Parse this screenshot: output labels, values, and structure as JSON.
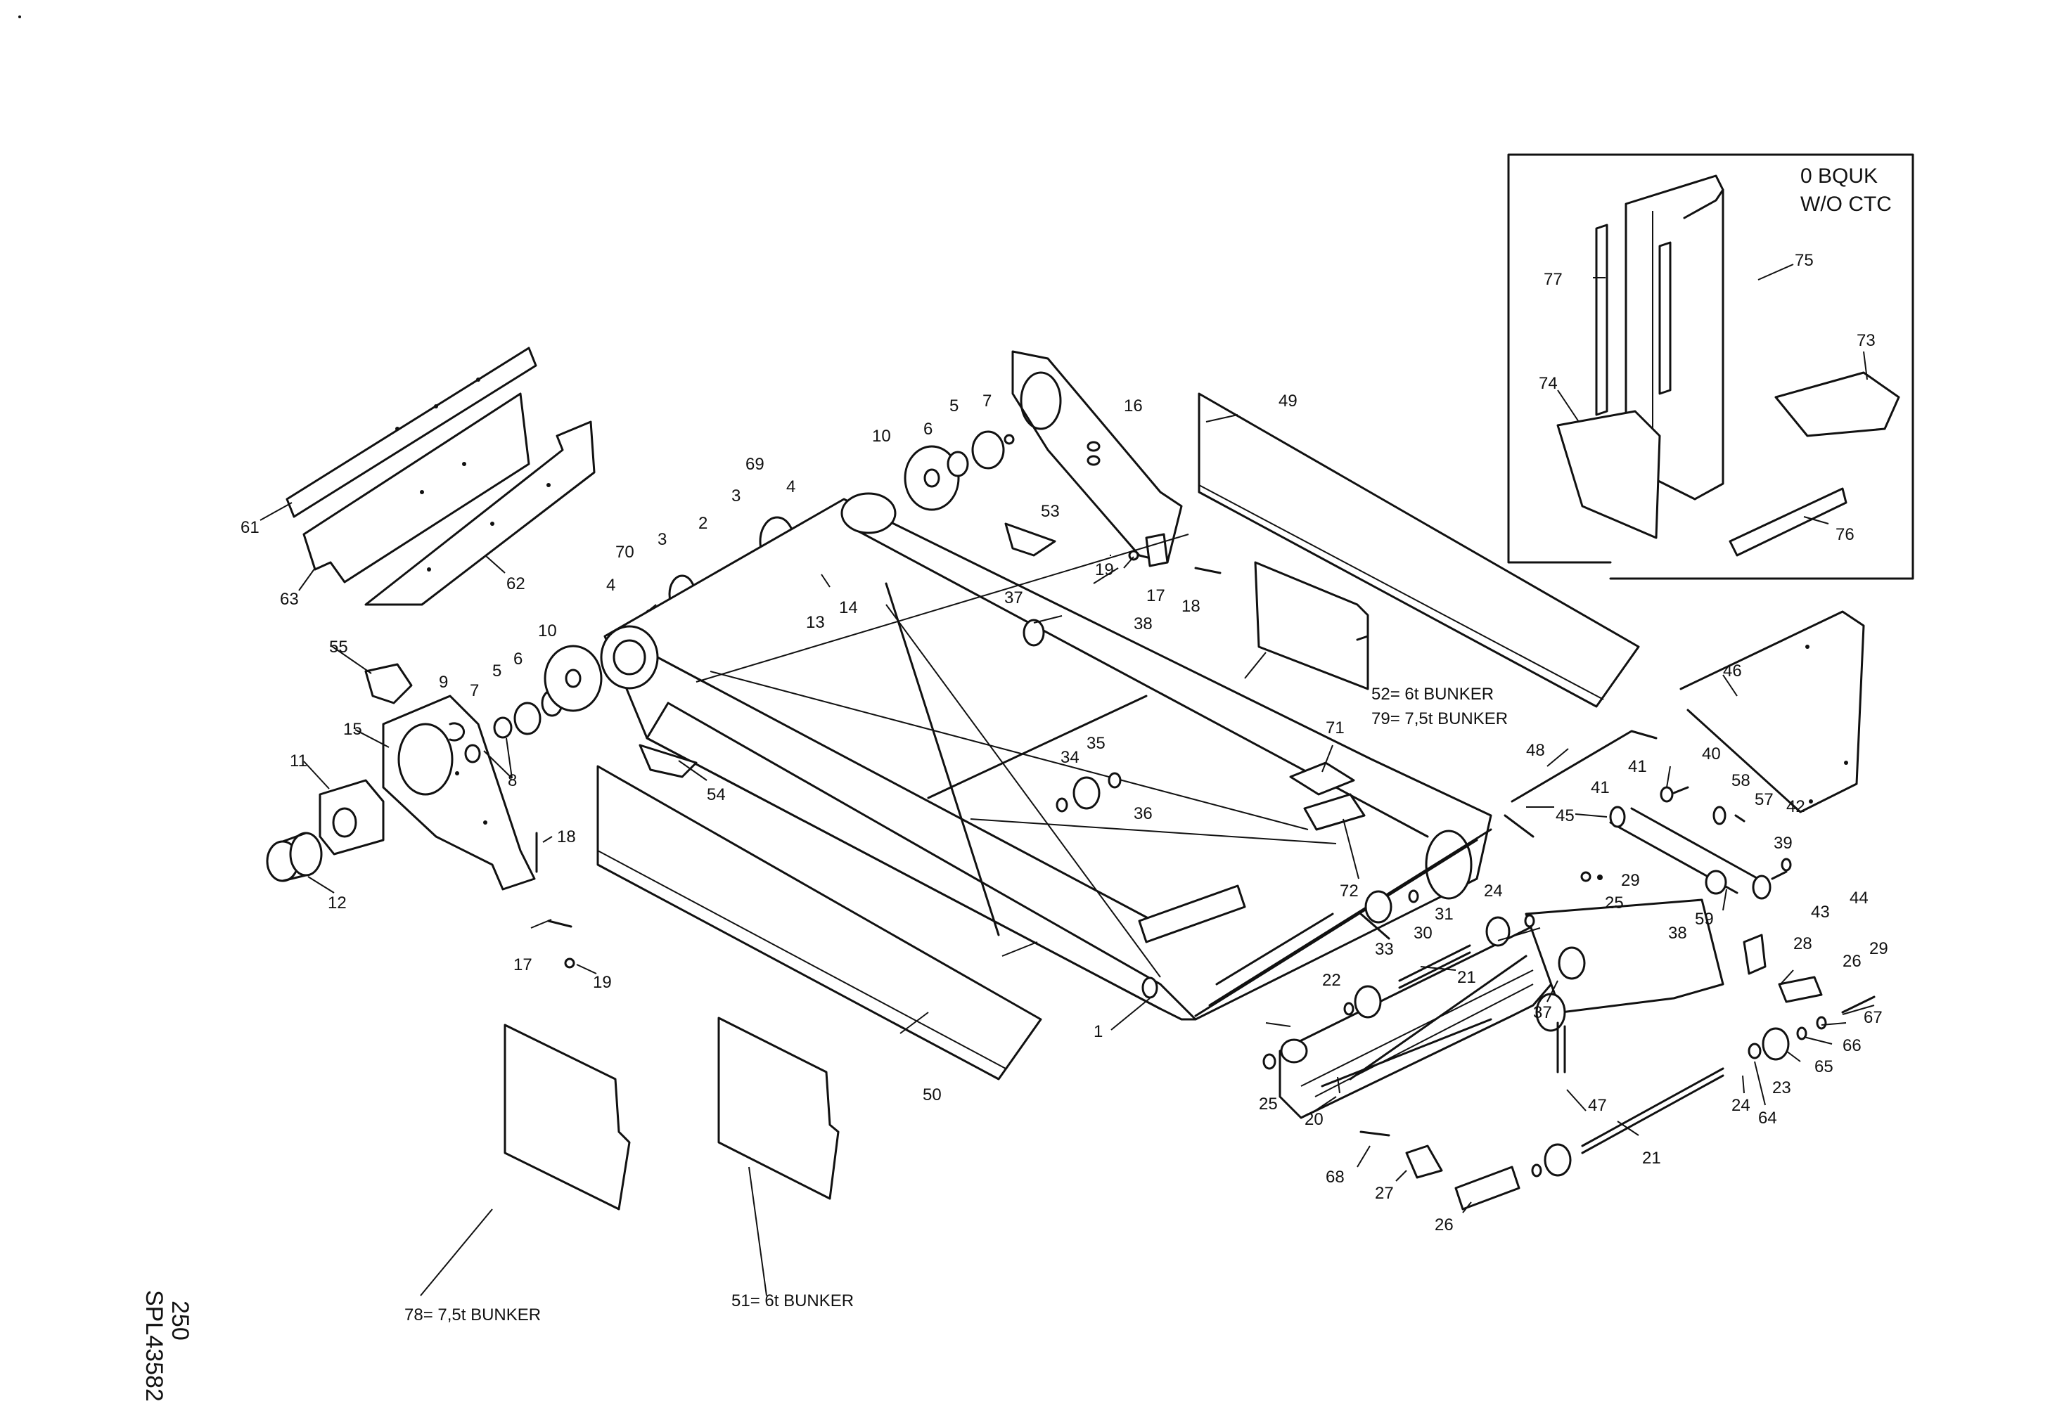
{
  "drawing_ref": "SPL43582",
  "page_number": "250",
  "inset": {
    "line1": "0 BQUK",
    "line2": "W/O CTC"
  },
  "notes": {
    "n52": "52= 6t BUNKER",
    "n79": "79= 7,5t BUNKER",
    "n78": "78= 7,5t BUNKER",
    "n51": "51= 6t BUNKER"
  },
  "callouts": [
    {
      "id": "c61",
      "t": "61"
    },
    {
      "id": "c63",
      "t": "63"
    },
    {
      "id": "c62",
      "t": "62"
    },
    {
      "id": "c55",
      "t": "55"
    },
    {
      "id": "c15",
      "t": "15"
    },
    {
      "id": "c11",
      "t": "11"
    },
    {
      "id": "c12",
      "t": "12"
    },
    {
      "id": "c9",
      "t": "9"
    },
    {
      "id": "c7a",
      "t": "7"
    },
    {
      "id": "c5a",
      "t": "5"
    },
    {
      "id": "c6a",
      "t": "6"
    },
    {
      "id": "c10a",
      "t": "10"
    },
    {
      "id": "c8",
      "t": "8"
    },
    {
      "id": "c18a",
      "t": "18"
    },
    {
      "id": "c17a",
      "t": "17"
    },
    {
      "id": "c19a",
      "t": "19"
    },
    {
      "id": "c70",
      "t": "70"
    },
    {
      "id": "c3a",
      "t": "3"
    },
    {
      "id": "c2",
      "t": "2"
    },
    {
      "id": "c69",
      "t": "69"
    },
    {
      "id": "c3b",
      "t": "3"
    },
    {
      "id": "c4a",
      "t": "4"
    },
    {
      "id": "c4b",
      "t": "4"
    },
    {
      "id": "c13",
      "t": "13"
    },
    {
      "id": "c14",
      "t": "14"
    },
    {
      "id": "c10b",
      "t": "10"
    },
    {
      "id": "c6b",
      "t": "6"
    },
    {
      "id": "c5b",
      "t": "5"
    },
    {
      "id": "c7b",
      "t": "7"
    },
    {
      "id": "c16",
      "t": "16"
    },
    {
      "id": "c53",
      "t": "53"
    },
    {
      "id": "c19b",
      "t": "19"
    },
    {
      "id": "c17b",
      "t": "17"
    },
    {
      "id": "c18b",
      "t": "18"
    },
    {
      "id": "c37a",
      "t": "37"
    },
    {
      "id": "c38a",
      "t": "38"
    },
    {
      "id": "c49",
      "t": "49"
    },
    {
      "id": "c54",
      "t": "54"
    },
    {
      "id": "c34",
      "t": "34"
    },
    {
      "id": "c35",
      "t": "35"
    },
    {
      "id": "c36",
      "t": "36"
    },
    {
      "id": "c71",
      "t": "71"
    },
    {
      "id": "c72",
      "t": "72"
    },
    {
      "id": "c33",
      "t": "33"
    },
    {
      "id": "c30",
      "t": "30"
    },
    {
      "id": "c31",
      "t": "31"
    },
    {
      "id": "c1",
      "t": "1"
    },
    {
      "id": "c50",
      "t": "50"
    },
    {
      "id": "c46",
      "t": "46"
    },
    {
      "id": "c48",
      "t": "48"
    },
    {
      "id": "c41a",
      "t": "41"
    },
    {
      "id": "c40",
      "t": "40"
    },
    {
      "id": "c41b",
      "t": "41"
    },
    {
      "id": "c45",
      "t": "45"
    },
    {
      "id": "c58",
      "t": "58"
    },
    {
      "id": "c57",
      "t": "57"
    },
    {
      "id": "c42",
      "t": "42"
    },
    {
      "id": "c39",
      "t": "39"
    },
    {
      "id": "c44",
      "t": "44"
    },
    {
      "id": "c43",
      "t": "43"
    },
    {
      "id": "c29a",
      "t": "29"
    },
    {
      "id": "c25a",
      "t": "25"
    },
    {
      "id": "c59",
      "t": "59"
    },
    {
      "id": "c24a",
      "t": "24"
    },
    {
      "id": "c38b",
      "t": "38"
    },
    {
      "id": "c22",
      "t": "22"
    },
    {
      "id": "c21a",
      "t": "21"
    },
    {
      "id": "c28",
      "t": "28"
    },
    {
      "id": "c26a",
      "t": "26"
    },
    {
      "id": "c29b",
      "t": "29"
    },
    {
      "id": "c37b",
      "t": "37"
    },
    {
      "id": "c67",
      "t": "67"
    },
    {
      "id": "c66",
      "t": "66"
    },
    {
      "id": "c65",
      "t": "65"
    },
    {
      "id": "c23",
      "t": "23"
    },
    {
      "id": "c24b",
      "t": "24"
    },
    {
      "id": "c64",
      "t": "64"
    },
    {
      "id": "c47",
      "t": "47"
    },
    {
      "id": "c25b",
      "t": "25"
    },
    {
      "id": "c20",
      "t": "20"
    },
    {
      "id": "c21b",
      "t": "21"
    },
    {
      "id": "c68",
      "t": "68"
    },
    {
      "id": "c27",
      "t": "27"
    },
    {
      "id": "c26b",
      "t": "26"
    },
    {
      "id": "c77",
      "t": "77"
    },
    {
      "id": "c75",
      "t": "75"
    },
    {
      "id": "c73",
      "t": "73"
    },
    {
      "id": "c74",
      "t": "74"
    },
    {
      "id": "c76",
      "t": "76"
    }
  ]
}
